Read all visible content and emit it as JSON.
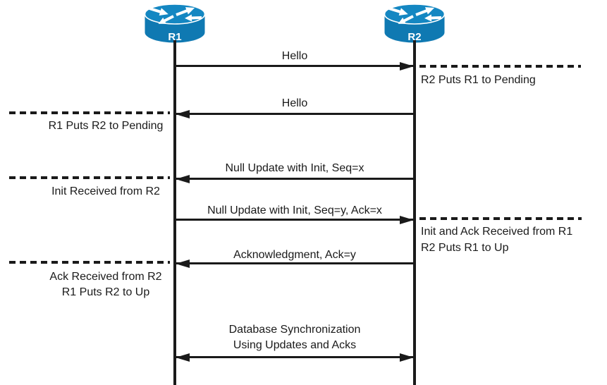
{
  "colors": {
    "router_body": "#0f79b2",
    "router_top": "#1487c2",
    "line": "#1a1a1a"
  },
  "routers": [
    {
      "label": "R1"
    },
    {
      "label": "R2"
    }
  ],
  "messages": [
    {
      "label": "Hello",
      "from": "R1",
      "to": "R2"
    },
    {
      "label": "Hello",
      "from": "R2",
      "to": "R1"
    },
    {
      "label": "Null Update with Init, Seq=x",
      "from": "R2",
      "to": "R1"
    },
    {
      "label": "Null Update with Init, Seq=y, Ack=x",
      "from": "R1",
      "to": "R2"
    },
    {
      "label": "Acknowledgment, Ack=y",
      "from": "R2",
      "to": "R1"
    },
    {
      "label_line1": "Database Synchronization",
      "label_line2": "Using Updates and Acks",
      "from": "R1",
      "to": "R2",
      "bidirectional": true
    }
  ],
  "notes": [
    {
      "side": "right",
      "line1": "R2 Puts R1 to Pending"
    },
    {
      "side": "left",
      "line1": "R1 Puts R2 to Pending"
    },
    {
      "side": "left",
      "line1": "Init Received from R2"
    },
    {
      "side": "right",
      "line1": "Init and Ack Received from R1",
      "line2": "R2 Puts R1 to Up"
    },
    {
      "side": "left",
      "line1": "Ack Received from R2",
      "line2": "R1 Puts R2 to Up"
    }
  ]
}
